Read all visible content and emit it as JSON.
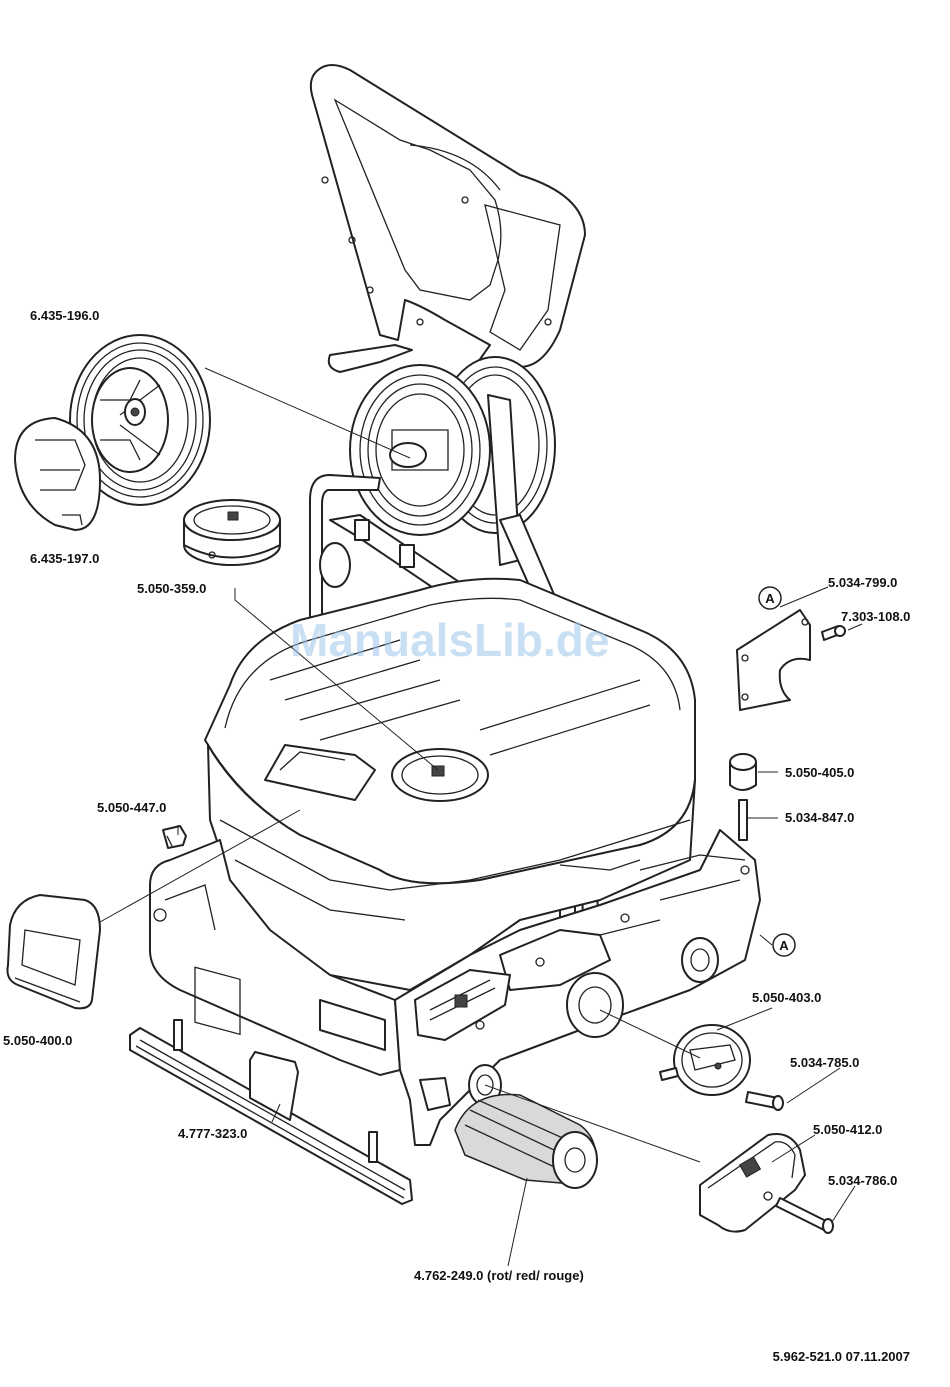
{
  "watermark": "ManualsLib.de",
  "footer": "5.962-521.0  07.11.2007",
  "callout_letter": "A",
  "part_labels": {
    "p6435_196": "6.435-196.0",
    "p6435_197": "6.435-197.0",
    "p5050_359": "5.050-359.0",
    "p5034_799": "5.034-799.0",
    "p7303_108": "7.303-108.0",
    "p5050_405": "5.050-405.0",
    "p5034_847": "5.034-847.0",
    "p5050_447": "5.050-447.0",
    "p5050_400": "5.050-400.0",
    "p5050_403": "5.050-403.0",
    "p5034_785": "5.034-785.0",
    "p5050_412": "5.050-412.0",
    "p5034_786": "5.034-786.0",
    "p4777_323": "4.777-323.0",
    "p4762_249": "4.762-249.0 (rot/ red/ rouge)"
  }
}
